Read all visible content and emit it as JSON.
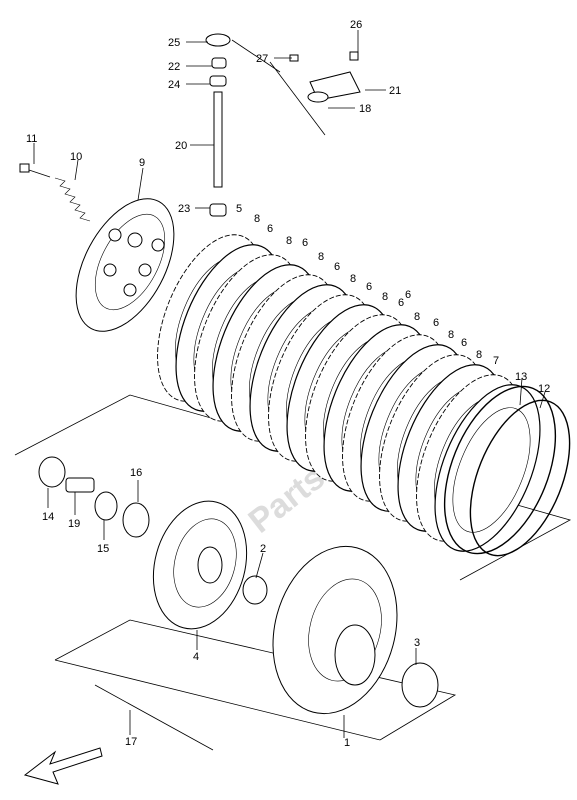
{
  "diagram": {
    "watermark": "Partsrepublik",
    "labels": {
      "p1": "1",
      "p2": "2",
      "p3": "3",
      "p4": "4",
      "p5": "5",
      "p6a": "6",
      "p6b": "6",
      "p6c": "6",
      "p6d": "6",
      "p6e": "6",
      "p6f": "6",
      "p6g": "6",
      "p6h": "6",
      "p7": "7",
      "p8a": "8",
      "p8b": "8",
      "p8c": "8",
      "p8d": "8",
      "p8e": "8",
      "p8f": "8",
      "p8g": "8",
      "p8h": "8",
      "p9": "9",
      "p10": "10",
      "p11": "11",
      "p12": "12",
      "p13": "13",
      "p14": "14",
      "p15": "15",
      "p16": "16",
      "p17": "17",
      "p18": "18",
      "p19": "19",
      "p20": "20",
      "p21": "21",
      "p22": "22",
      "p23": "23",
      "p24": "24",
      "p25": "25",
      "p26": "26",
      "p27": "27"
    },
    "icons": {
      "direction_arrow": "front-direction-arrow-icon"
    }
  }
}
